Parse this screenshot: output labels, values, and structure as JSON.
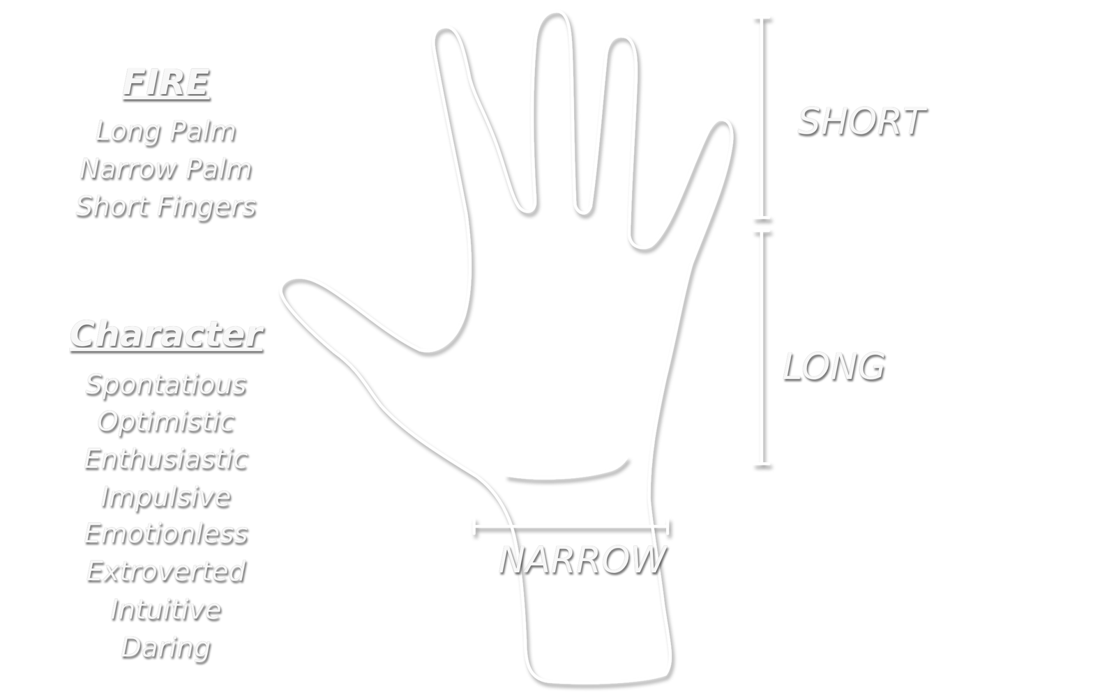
{
  "diagram": {
    "title": "FIRE",
    "labels": [
      "Long Palm",
      "Narrow Palm",
      "Short Fingers",
      "Character",
      "Spontatious",
      "Optimistic",
      "Enthusiastic",
      "Impulsive",
      "Emotionless",
      "Extroverted",
      "Intuitive",
      "Daring",
      "SHORT",
      "LONG",
      "NARROW"
    ]
  }
}
